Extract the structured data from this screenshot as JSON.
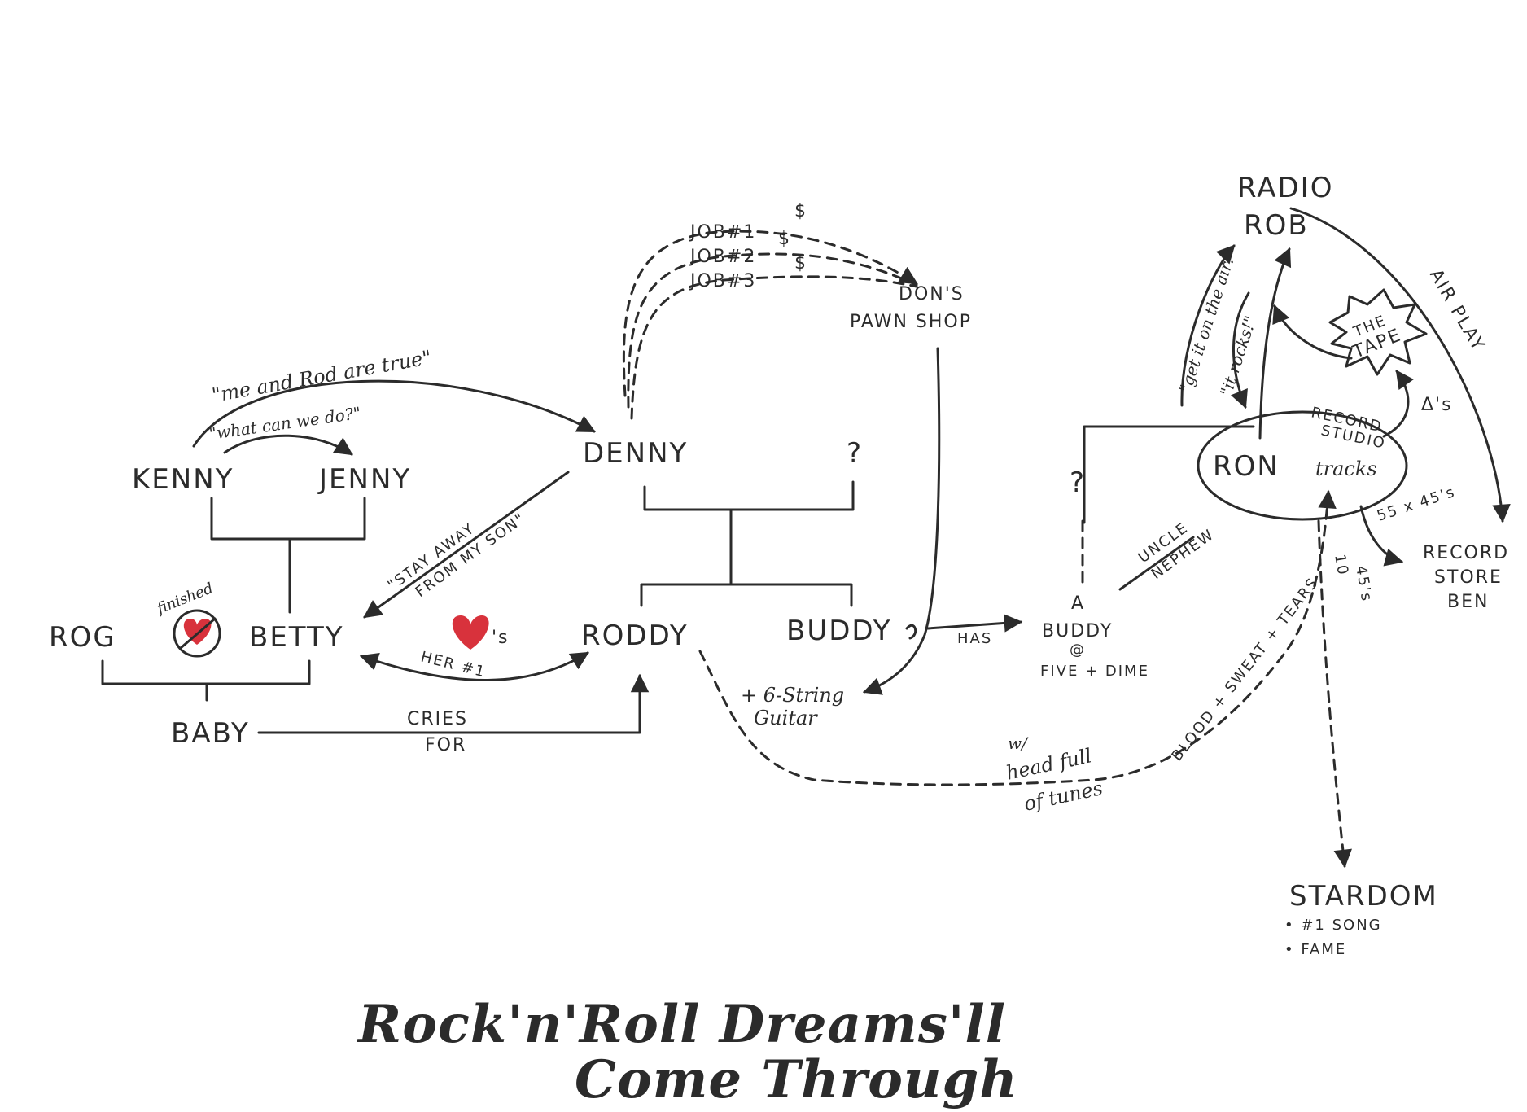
{
  "title": {
    "line1": "Rock'n'Roll Dreams'll",
    "line2": "Come Through"
  },
  "nodes": {
    "kenny": "KENNY",
    "jenny": "JENNY",
    "rog": "ROG",
    "betty": "BETTY",
    "baby": "BABY",
    "denny": "DENNY",
    "denny_partner": "?",
    "roddy": "RODDY",
    "buddy": "BUDDY",
    "dons_line1": "DON'S",
    "dons_line2": "PAWN SHOP",
    "a_buddy_line1": "A",
    "a_buddy_line2": "BUDDY",
    "a_buddy_at": "@",
    "a_buddy_line3": "FIVE + DIME",
    "ron_parent": "?",
    "ron": "RON",
    "radio_line1": "RADIO",
    "radio_line2": "ROB",
    "store_line1": "RECORD",
    "store_line2": "STORE",
    "store_line3": "BEN",
    "stardom": "STARDOM",
    "stardom_items": [
      "#1 SONG",
      "FAME"
    ]
  },
  "labels": {
    "me_and_rod": "\"me and Rod are true\"",
    "what_can_we_do": "\"what can we do?\"",
    "stay_away_1": "\"STAY AWAY",
    "stay_away_2": "FROM MY SON\"",
    "finished": "finished",
    "hearts_suffix": "'s",
    "her_number_one": "HER #1",
    "cries": "CRIES",
    "for": "FOR",
    "job1": "JOB#1",
    "job2": "JOB#2",
    "job3": "JOB#3",
    "dollar": "$",
    "has": "HAS",
    "guitar_line1": "+ 6-String",
    "guitar_line2": "Guitar",
    "uncle": "UNCLE",
    "nephew": "NEPHEW",
    "record_studio_1": "RECORD",
    "record_studio_2": "STUDIO",
    "tracks": "tracks",
    "the_tape_1": "THE",
    "the_tape_2": "TAPE",
    "deltas": "Δ's",
    "get_it_on_air": "\"get it on the air!\"",
    "it_rocks": "\"it rocks!\"",
    "air_play": "AIR PLAY",
    "count_45s": "55 x 45's",
    "ten_45s_1": "10",
    "ten_45s_2": "45's",
    "with": "w/",
    "head_full_1": "head full",
    "head_full_2": "of tunes",
    "blood_sweat": "BLOOD + SWEAT + TEARS"
  },
  "colors": {
    "ink": "#2b2b2b",
    "heart": "#d8323c"
  }
}
